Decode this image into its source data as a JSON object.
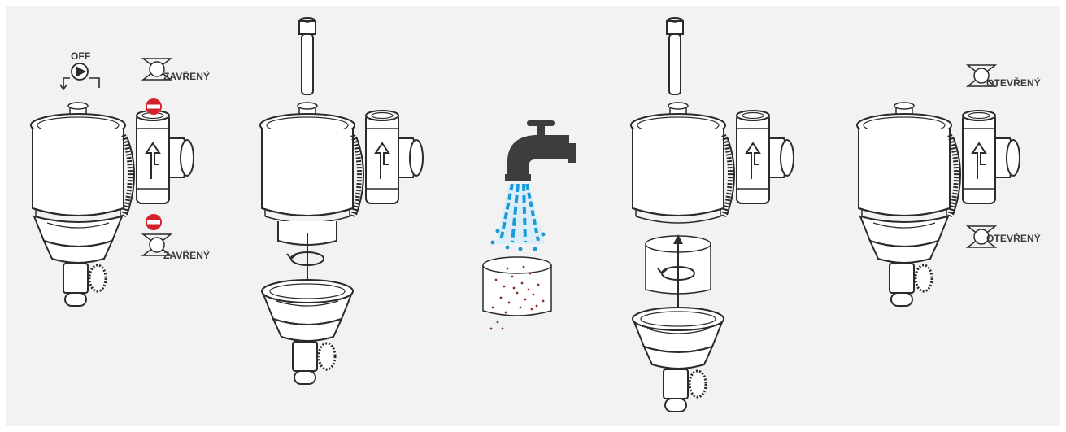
{
  "steps": [
    {
      "pump_label": "OFF",
      "valve_top_label": "ZAVŘENÝ",
      "valve_bottom_label": "ZAVŘENÝ"
    },
    {},
    {},
    {},
    {
      "valve_top_label": "OTEVŘENÝ",
      "valve_bottom_label": "OTEVŘENÝ"
    }
  ],
  "colors": {
    "panel_bg": "#f2f2f2",
    "stroke": "#2b2b2b",
    "stop_red": "#d2232a",
    "tap_gray": "#3d3d3d",
    "water_blue": "#1a9ad6",
    "debris": "#8b2a2a"
  },
  "icons": [
    "pump-off-icon",
    "valve-closed-icon",
    "valve-open-icon",
    "no-entry-icon",
    "rotate-arrow-icon",
    "water-tap-icon"
  ]
}
